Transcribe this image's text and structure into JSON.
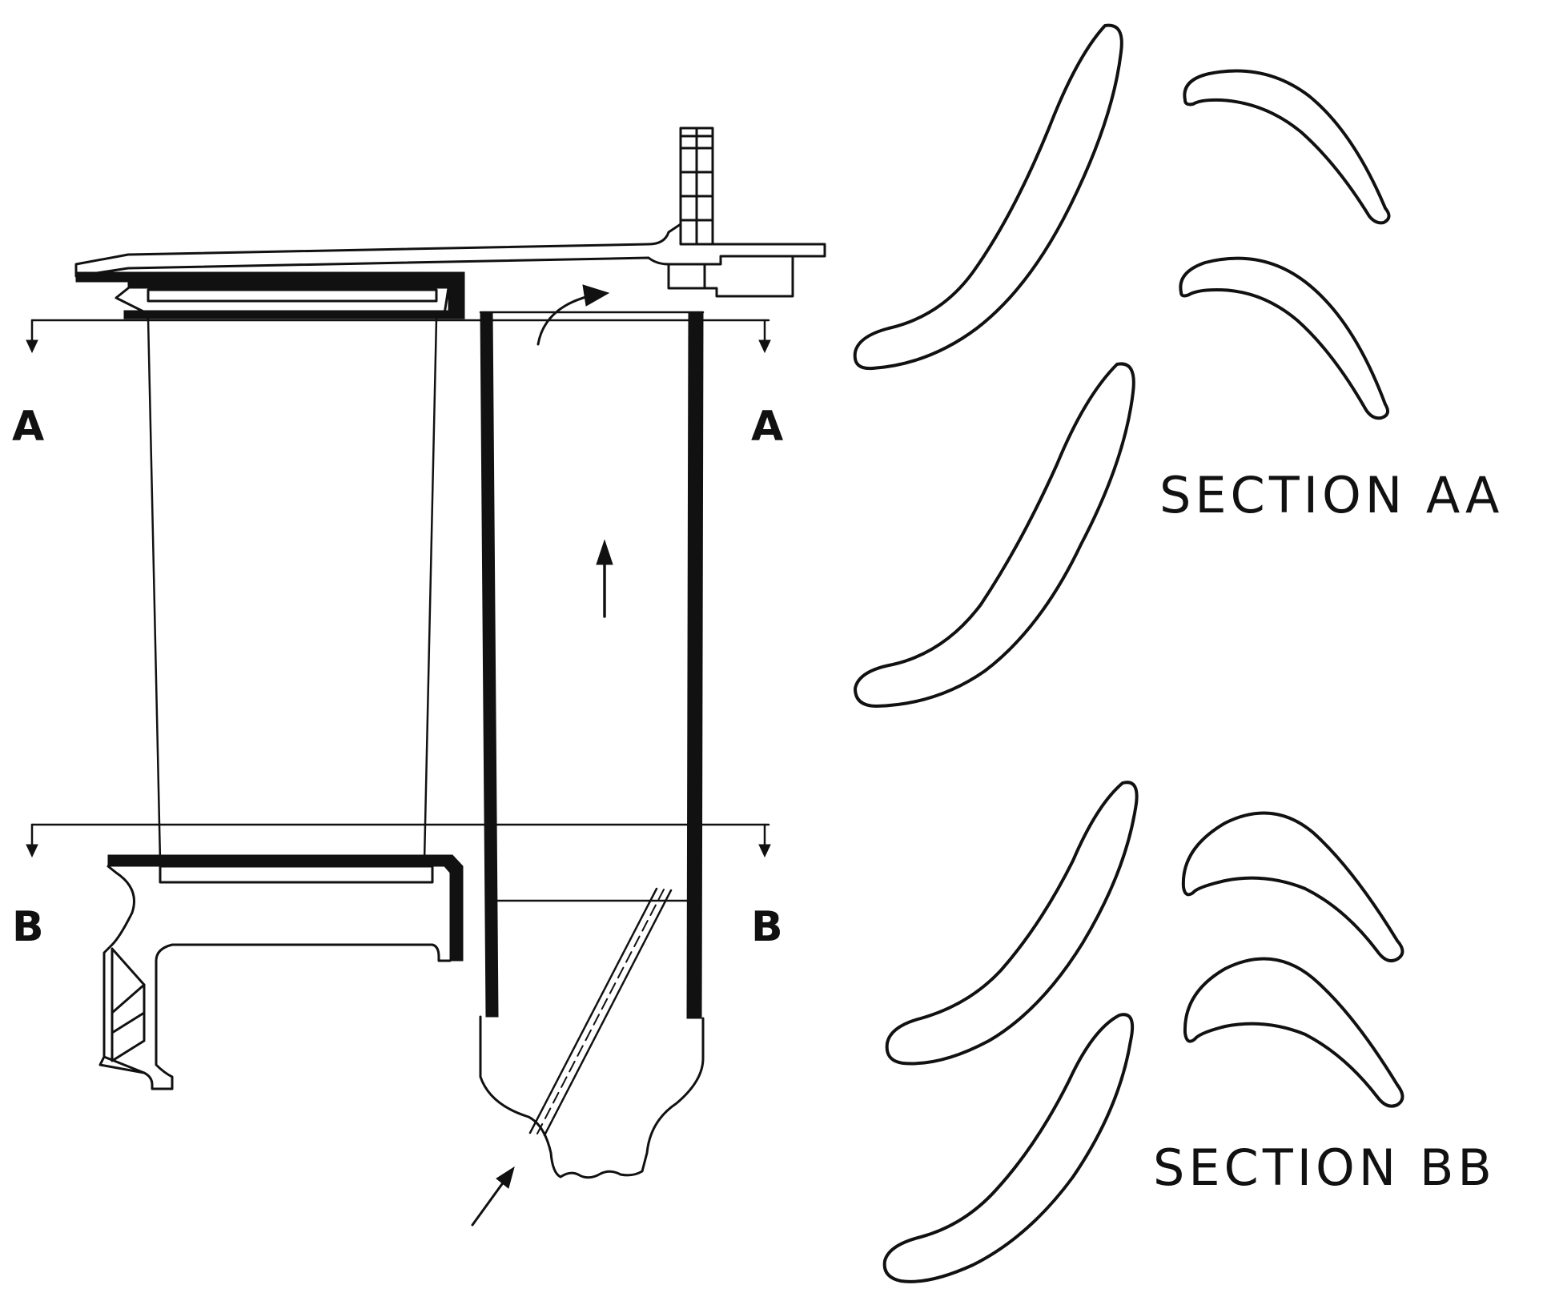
{
  "labels": {
    "cut_a_left": "A",
    "cut_a_right": "A",
    "cut_b_left": "B",
    "cut_b_right": "B",
    "section_aa": "SECTION AA",
    "section_bb": "SECTION BB"
  },
  "colors": {
    "ink": "#111111",
    "paper": "#ffffff"
  }
}
